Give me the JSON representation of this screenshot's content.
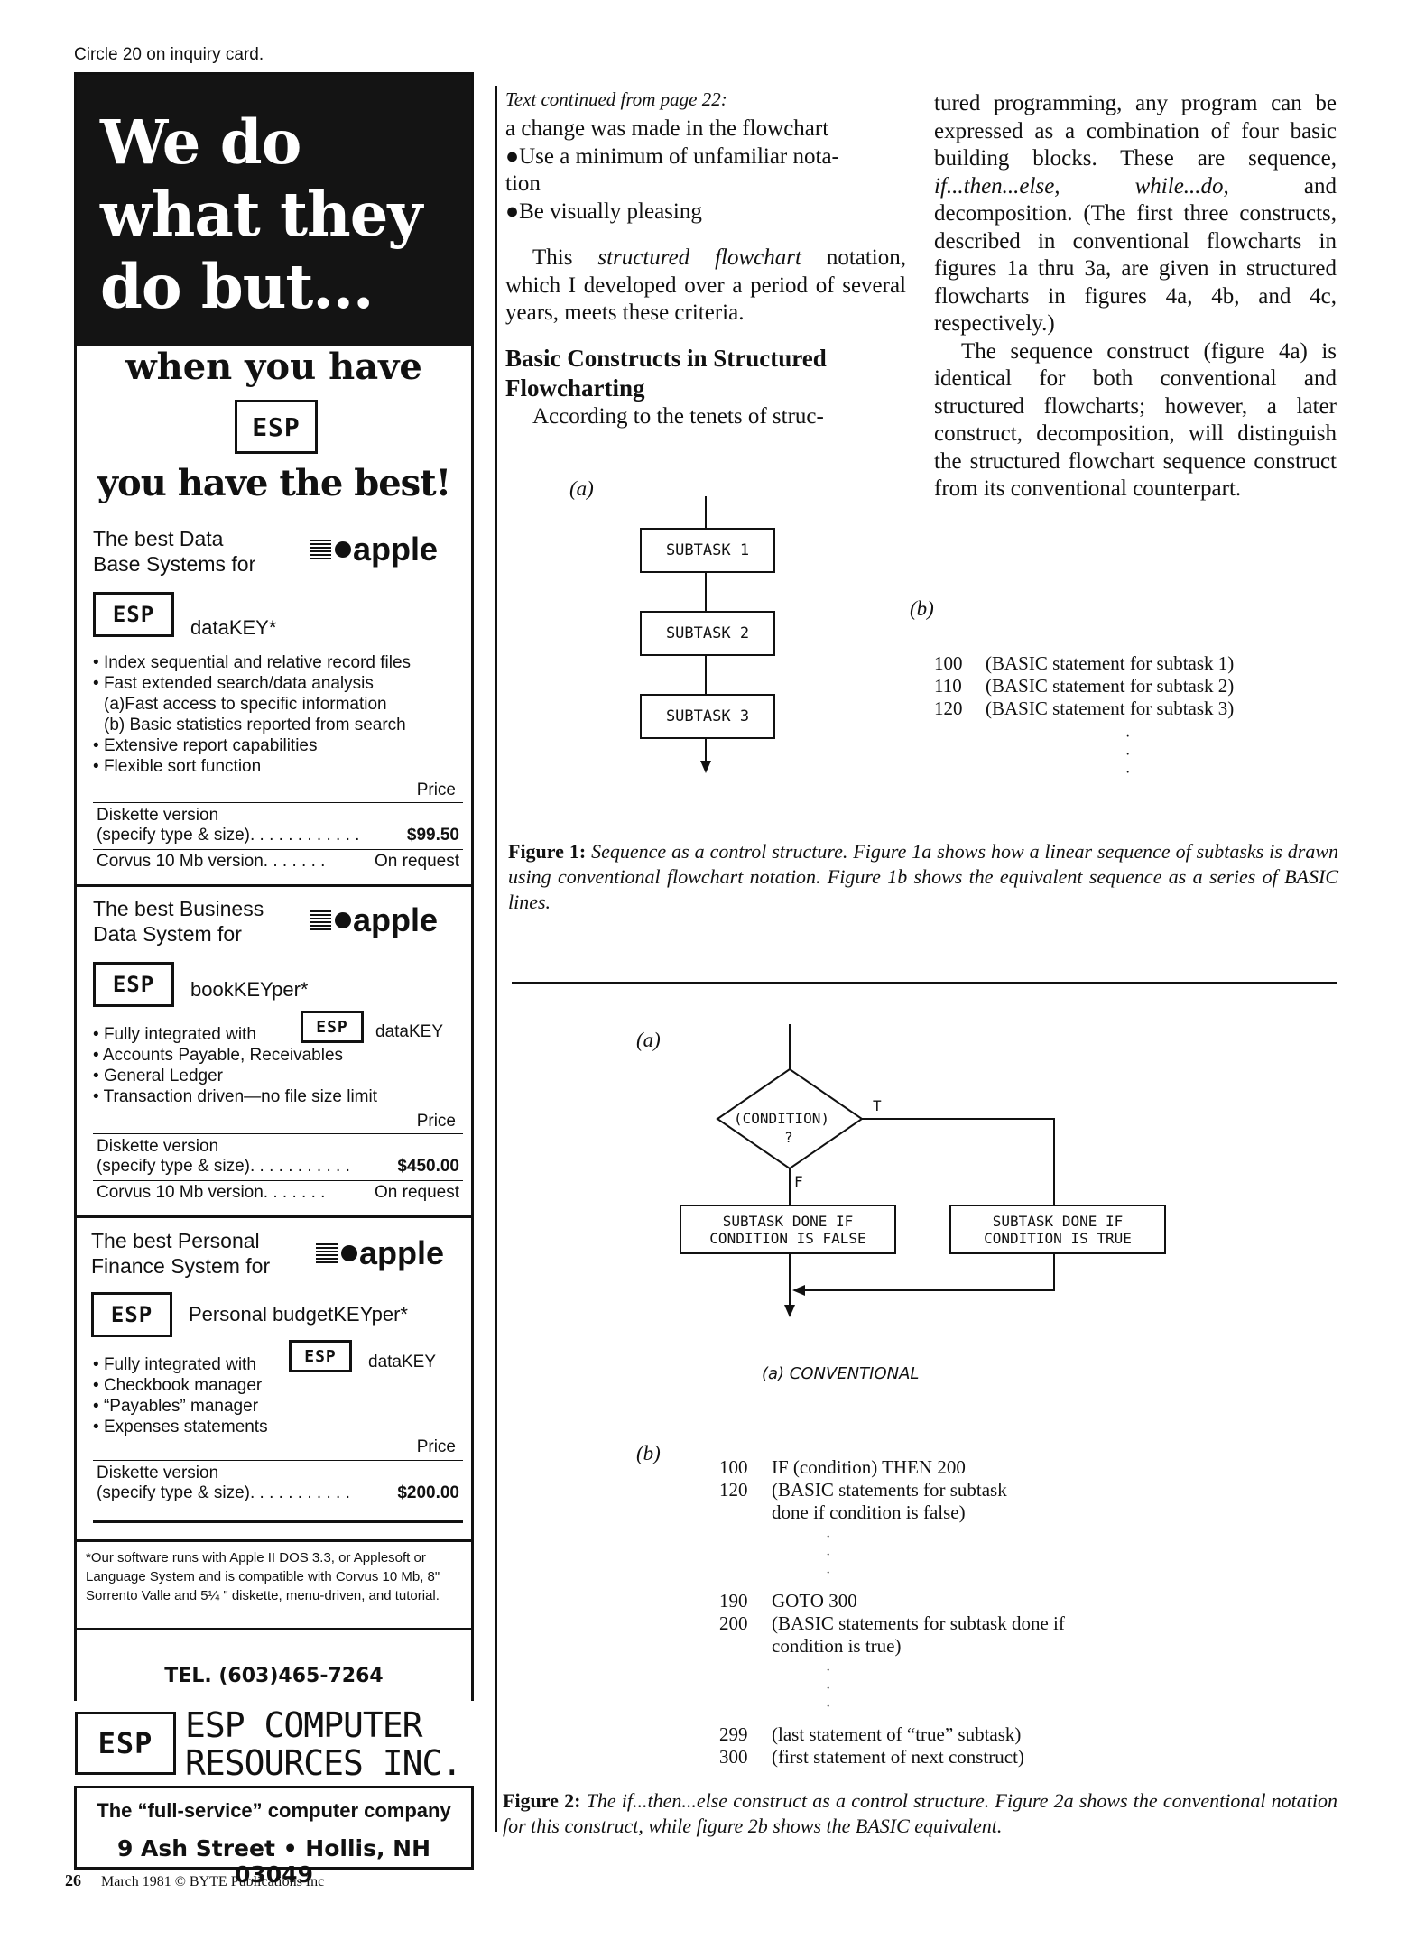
{
  "ad": {
    "inquiry": "Circle 20 on inquiry card.",
    "headline": [
      "We do",
      "what they",
      "do but..."
    ],
    "sub1": "when you have",
    "sub2": "you have the best!",
    "logo_text": "ESP",
    "apple_text": "apple",
    "products": [
      {
        "heading": [
          "The best Data",
          "Base Systems for"
        ],
        "name": "dataKEY*",
        "features": [
          "Index sequential and relative record files",
          "Fast extended search/data analysis",
          "(a)Fast access to specific information",
          "(b) Basic statistics reported from search",
          "Extensive report capabilities",
          "Flexible sort function"
        ],
        "price_label": "Price",
        "rows": [
          {
            "label": "Diskette version",
            "label2": "(specify type & size). . . . . . . . . . . .",
            "price": "$99.50"
          },
          {
            "label": "Corvus 10 Mb version. . . . . . .",
            "price": "On request"
          }
        ]
      },
      {
        "heading": [
          "The best Business",
          "Data System for"
        ],
        "name": "bookKEYper*",
        "features": [
          "Fully integrated with",
          "Accounts Payable, Receivables",
          "General Ledger",
          "Transaction driven—no file size limit"
        ],
        "integrated_with": "dataKEY",
        "price_label": "Price",
        "rows": [
          {
            "label": "Diskette version",
            "label2": "(specify type & size). . . . . . . . . . .",
            "price": "$450.00"
          },
          {
            "label": "Corvus 10 Mb version. . . . . . .",
            "price": "On request"
          }
        ]
      },
      {
        "heading": [
          "The best Personal",
          "Finance System for"
        ],
        "name": "Personal budgetKEYper*",
        "features": [
          "Fully integrated with",
          "Checkbook manager",
          "“Payables” manager",
          "Expenses statements"
        ],
        "integrated_with": "dataKEY",
        "price_label": "Price",
        "rows": [
          {
            "label": "Diskette version",
            "label2": "(specify type & size). . . . . . . . . . .",
            "price": "$200.00"
          }
        ]
      }
    ],
    "footnote": "*Our software runs with Apple II DOS 3.3, or Applesoft or Language System and is compatible with Corvus 10 Mb, 8\" Sorrento Valle and 5¼ \" diskette, menu-driven, and tutorial.",
    "tel": "TEL. (603)465-7264",
    "company": [
      "ESP COMPUTER",
      "RESOURCES INC."
    ],
    "tagline": "The “full-service” computer company",
    "address": "9 Ash Street • Hollis, NH 03049"
  },
  "footer": {
    "page": "26",
    "line": "March 1981 © BYTE Publications Inc"
  },
  "article": {
    "continued": "Text continued from page 22:",
    "col1": {
      "p1": "a change was made in the flowchart",
      "b1": "●Use a minimum of unfamiliar nota-",
      "b1b": "tion",
      "b2": "●Be visually pleasing",
      "p2a": "This ",
      "p2i": "structured flowchart",
      "p2b": " notation, which I developed over a period of several years, meets these criteria.",
      "subhead": "Basic Constructs in Structured Flowcharting",
      "p3": "According to the tenets of struc-"
    },
    "col2": {
      "p1a": "tured programming, any program can be expressed as a combination of four basic building blocks. These are sequence, ",
      "p1i1": "if...then...else, while...do,",
      "p1b": " and decomposition. (The first three constructs, described in conventional flowcharts in figures 1a thru 3a, are given in structured flowcharts in figures 4a, 4b, and 4c, respectively.)",
      "p2": "The sequence construct (figure 4a) is identical for both conventional and structured flowcharts; however, a later construct, decomposition, will distinguish the structured flowchart sequence construct from its conventional counterpart."
    },
    "fig1": {
      "label_a": "(a)",
      "label_b": "(b)",
      "boxes": [
        "SUBTASK 1",
        "SUBTASK 2",
        "SUBTASK 3"
      ],
      "code": [
        {
          "n": "100",
          "t": "(BASIC statement for subtask 1)"
        },
        {
          "n": "110",
          "t": "(BASIC statement for subtask 2)"
        },
        {
          "n": "120",
          "t": "(BASIC statement for subtask 3)"
        }
      ],
      "caption_bold": "Figure 1:",
      "caption_text": " Sequence as a control structure. Figure 1a shows how a linear sequence of subtasks is drawn using conventional flowchart notation. Figure 1b shows the equivalent sequence as a series of BASIC lines."
    },
    "fig2": {
      "label_a": "(a)",
      "label_b": "(b)",
      "condition": "(CONDITION)",
      "qmark": "?",
      "t": "T",
      "f": "F",
      "box_false": [
        "SUBTASK DONE IF",
        "CONDITION IS FALSE"
      ],
      "box_true": [
        "SUBTASK DONE IF",
        "CONDITION IS TRUE"
      ],
      "conventional": "(a) CONVENTIONAL",
      "code": [
        {
          "n": "100",
          "t": "IF (condition) THEN 200"
        },
        {
          "n": "120",
          "t": "(BASIC statements for subtask"
        },
        {
          "n": "",
          "t": "done if condition is false)"
        },
        {
          "n": "190",
          "t": "GOTO 300"
        },
        {
          "n": "200",
          "t": "(BASIC statements for subtask done if"
        },
        {
          "n": "",
          "t": "condition is true)"
        },
        {
          "n": "299",
          "t": "(last statement of “true” subtask)"
        },
        {
          "n": "300",
          "t": "(first statement of next construct)"
        }
      ],
      "caption_bold": "Figure 2:",
      "caption_text": " The if...then...else construct as a control structure. Figure 2a shows the conventional notation for this construct, while figure 2b shows the BASIC equivalent."
    }
  }
}
